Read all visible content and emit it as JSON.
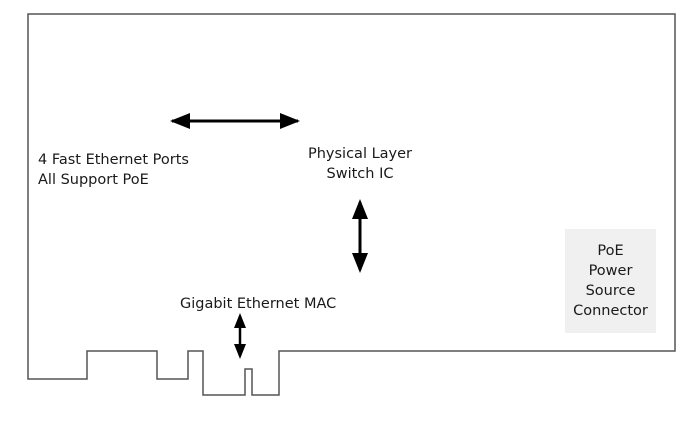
{
  "labels": {
    "ports": [
      "4 Fast Ethernet Ports",
      "All Support PoE"
    ],
    "phy": [
      "Physical Layer",
      "Switch IC"
    ],
    "mac": "Gigabit Ethernet MAC",
    "poe": [
      "PoE",
      "Power",
      "Source",
      "Connector"
    ]
  },
  "colors": {
    "outline": "#555555",
    "arrow": "#000000",
    "poe_box_fill": "#f0f0f0"
  }
}
